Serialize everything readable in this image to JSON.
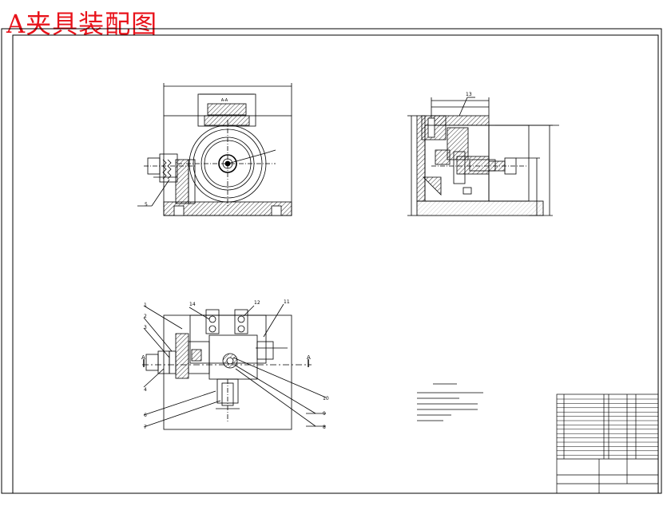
{
  "drawing": {
    "title": "A夹具装配图",
    "section_label": "A-A",
    "section_marker": "A",
    "part_numbers": {
      "front": [
        "5"
      ],
      "side": [
        "13"
      ],
      "plan": [
        "1",
        "2",
        "3",
        "4",
        "6",
        "7",
        "8",
        "9",
        "10",
        "11",
        "12",
        "14"
      ]
    },
    "colors": {
      "title": "#e8121a",
      "lines": "#000000",
      "background": "#ffffff"
    }
  }
}
